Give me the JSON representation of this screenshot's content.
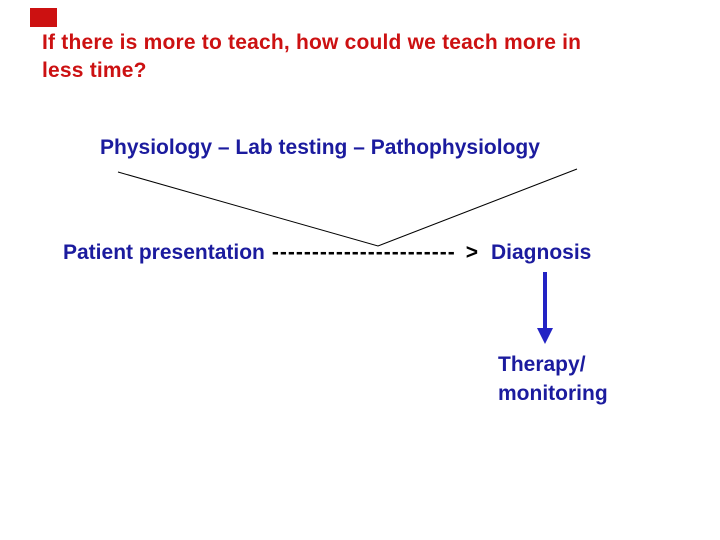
{
  "slide": {
    "background": "#ffffff",
    "marker": {
      "color": "#cc1111"
    },
    "title": {
      "color": "#cc1112",
      "line1": "If there is more to teach, how could we teach more in",
      "line2": "less time?"
    },
    "flow": {
      "top_label": "Physiology – Lab testing – Pathophysiology",
      "patient_label": "Patient presentation",
      "dashes": "-----------------------",
      "gt_symbol": ">",
      "diagnosis_label": "Diagnosis",
      "therapy_line1": "Therapy/",
      "therapy_line2": "monitoring",
      "text_color": "#1b1b9e",
      "connector_color": "#000000",
      "arrow_color": "#2323c4"
    }
  }
}
